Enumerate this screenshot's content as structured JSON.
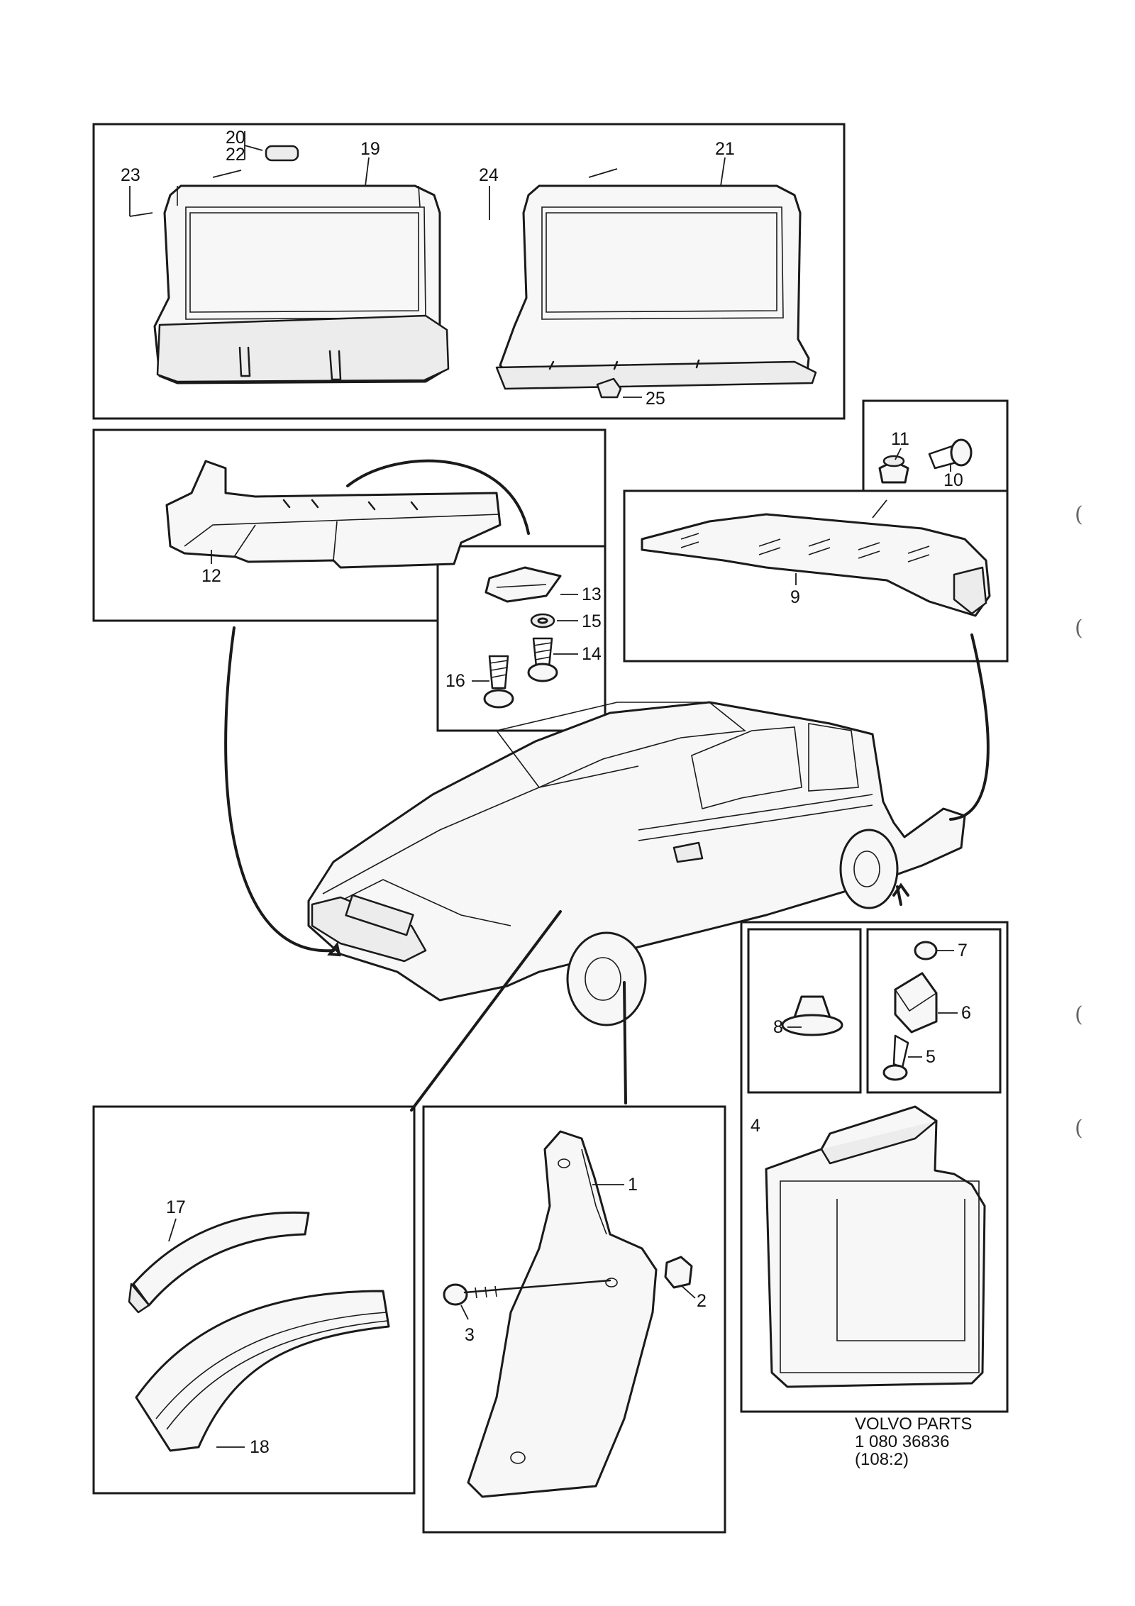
{
  "figure": {
    "callouts": [
      {
        "id": "c1",
        "label": "1"
      },
      {
        "id": "c2",
        "label": "2"
      },
      {
        "id": "c3",
        "label": "3"
      },
      {
        "id": "c4",
        "label": "4"
      },
      {
        "id": "c5",
        "label": "5"
      },
      {
        "id": "c6",
        "label": "6"
      },
      {
        "id": "c7",
        "label": "7"
      },
      {
        "id": "c8",
        "label": "8"
      },
      {
        "id": "c9",
        "label": "9"
      },
      {
        "id": "c10",
        "label": "10"
      },
      {
        "id": "c11",
        "label": "11"
      },
      {
        "id": "c12",
        "label": "12"
      },
      {
        "id": "c13",
        "label": "13"
      },
      {
        "id": "c14",
        "label": "14"
      },
      {
        "id": "c15",
        "label": "15"
      },
      {
        "id": "c16",
        "label": "16"
      },
      {
        "id": "c17",
        "label": "17"
      },
      {
        "id": "c18",
        "label": "18"
      },
      {
        "id": "c19",
        "label": "19"
      },
      {
        "id": "c20",
        "label": "20"
      },
      {
        "id": "c21",
        "label": "21"
      },
      {
        "id": "c22",
        "label": "22"
      },
      {
        "id": "c23",
        "label": "23"
      },
      {
        "id": "c24",
        "label": "24"
      },
      {
        "id": "c25",
        "label": "25"
      }
    ],
    "stamp": {
      "line1": "VOLVO PARTS",
      "line2": "1 080 36836",
      "line3": "(108:2)"
    },
    "edge_marks": [
      "(",
      "(",
      "(",
      "("
    ]
  }
}
